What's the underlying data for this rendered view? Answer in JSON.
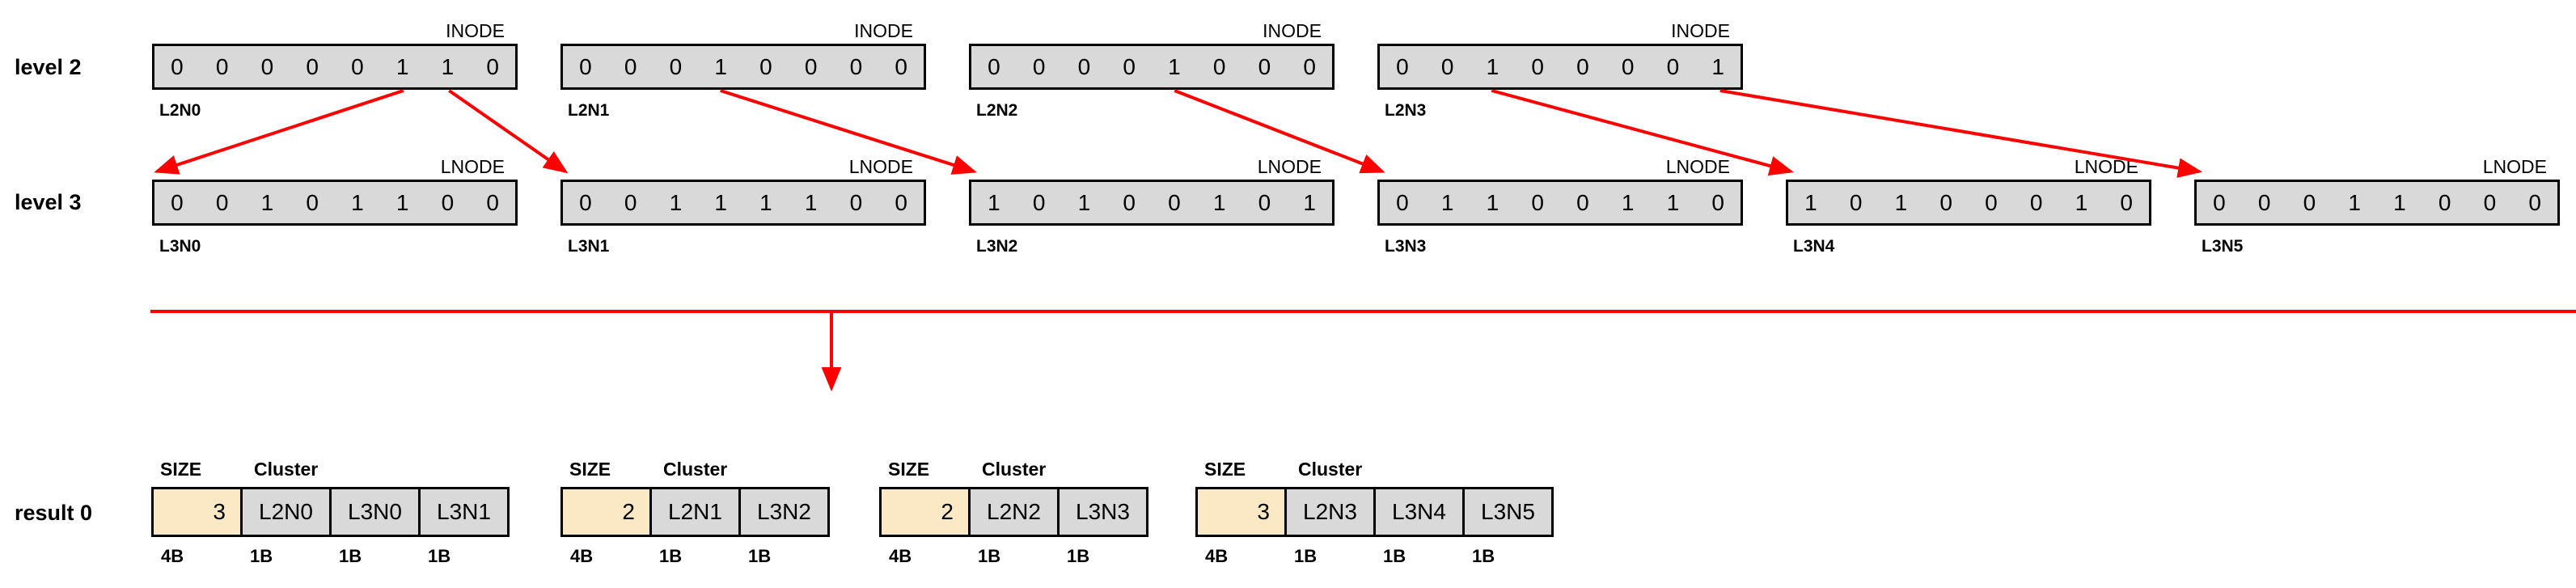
{
  "colors": {
    "node_fill": "#d9d9d9",
    "size_fill": "#fbe9c6",
    "arrow": "#ff0000",
    "border": "#000000"
  },
  "level2": {
    "row_label": "level 2",
    "type_label": "INODE",
    "nodes": [
      {
        "id": "L2N0",
        "bits": [
          "0",
          "0",
          "0",
          "0",
          "0",
          "1",
          "1",
          "0"
        ]
      },
      {
        "id": "L2N1",
        "bits": [
          "0",
          "0",
          "0",
          "1",
          "0",
          "0",
          "0",
          "0"
        ]
      },
      {
        "id": "L2N2",
        "bits": [
          "0",
          "0",
          "0",
          "0",
          "1",
          "0",
          "0",
          "0"
        ]
      },
      {
        "id": "L2N3",
        "bits": [
          "0",
          "0",
          "1",
          "0",
          "0",
          "0",
          "0",
          "1"
        ]
      }
    ]
  },
  "level3": {
    "row_label": "level 3",
    "type_label": "LNODE",
    "nodes": [
      {
        "id": "L3N0",
        "bits": [
          "0",
          "0",
          "1",
          "0",
          "1",
          "1",
          "0",
          "0"
        ]
      },
      {
        "id": "L3N1",
        "bits": [
          "0",
          "0",
          "1",
          "1",
          "1",
          "1",
          "0",
          "0"
        ]
      },
      {
        "id": "L3N2",
        "bits": [
          "1",
          "0",
          "1",
          "0",
          "0",
          "1",
          "0",
          "1"
        ]
      },
      {
        "id": "L3N3",
        "bits": [
          "0",
          "1",
          "1",
          "0",
          "0",
          "1",
          "1",
          "0"
        ]
      },
      {
        "id": "L3N4",
        "bits": [
          "1",
          "0",
          "1",
          "0",
          "0",
          "0",
          "1",
          "0"
        ]
      },
      {
        "id": "L3N5",
        "bits": [
          "0",
          "0",
          "0",
          "1",
          "1",
          "0",
          "0",
          "0"
        ]
      }
    ]
  },
  "connections": [
    {
      "from": "L2N0",
      "bit": 5,
      "to": "L3N0"
    },
    {
      "from": "L2N0",
      "bit": 6,
      "to": "L3N1"
    },
    {
      "from": "L2N1",
      "bit": 3,
      "to": "L3N2"
    },
    {
      "from": "L2N2",
      "bit": 4,
      "to": "L3N3"
    },
    {
      "from": "L2N3",
      "bit": 2,
      "to": "L3N4"
    },
    {
      "from": "L2N3",
      "bit": 7,
      "to": "L3N5"
    }
  ],
  "result": {
    "row_label": "result 0",
    "size_header": "SIZE",
    "cluster_header": "Cluster",
    "size_byte_label": "4B",
    "cell_byte_label": "1B",
    "clusters": [
      {
        "size": "3",
        "cells": [
          "L2N0",
          "L3N0",
          "L3N1"
        ]
      },
      {
        "size": "2",
        "cells": [
          "L2N1",
          "L3N2"
        ]
      },
      {
        "size": "2",
        "cells": [
          "L2N2",
          "L3N3"
        ]
      },
      {
        "size": "3",
        "cells": [
          "L2N3",
          "L3N4",
          "L3N5"
        ]
      }
    ]
  }
}
